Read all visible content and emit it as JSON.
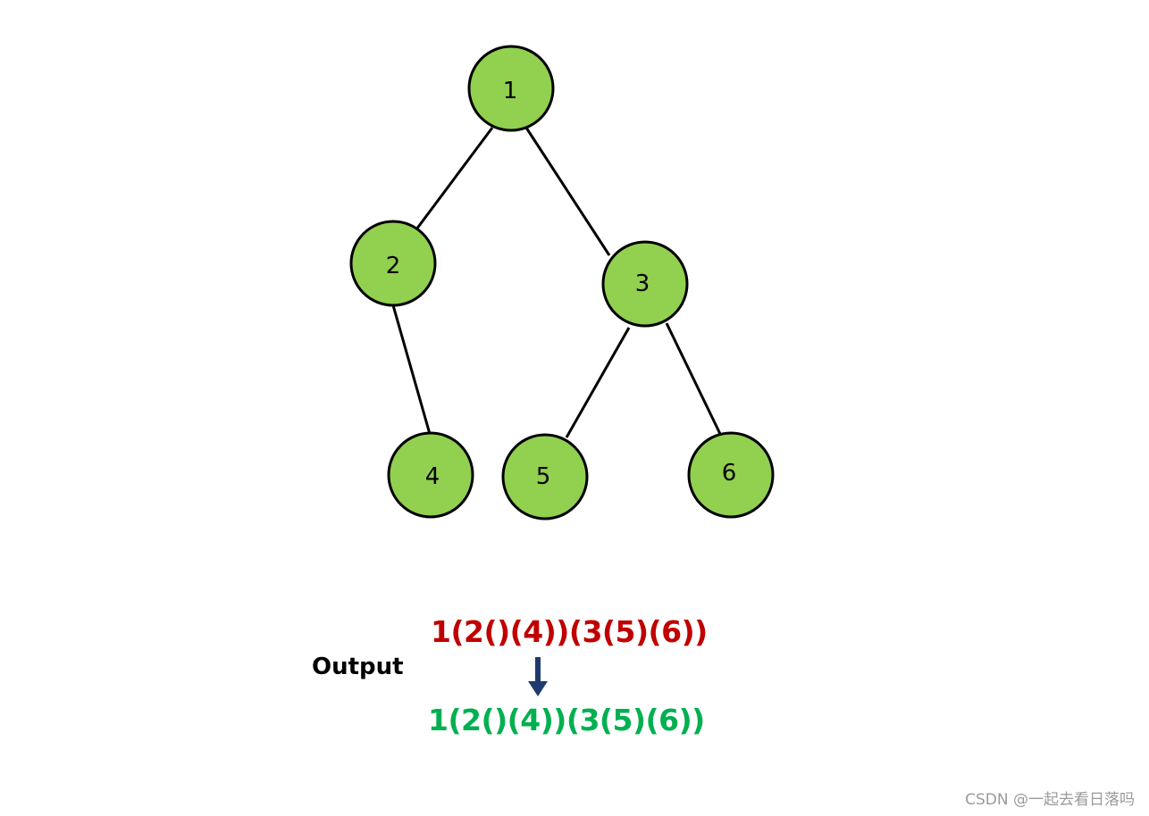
{
  "tree": {
    "nodes": [
      {
        "id": "1",
        "label": "1"
      },
      {
        "id": "2",
        "label": "2"
      },
      {
        "id": "3",
        "label": "3"
      },
      {
        "id": "4",
        "label": "4"
      },
      {
        "id": "5",
        "label": "5"
      },
      {
        "id": "6",
        "label": "6"
      }
    ],
    "edges": [
      {
        "from": "1",
        "to": "2"
      },
      {
        "from": "1",
        "to": "3"
      },
      {
        "from": "2",
        "to": "4"
      },
      {
        "from": "3",
        "to": "5"
      },
      {
        "from": "3",
        "to": "6"
      }
    ]
  },
  "output": {
    "label": "Output",
    "input_expression": "1(2()(4))(3(5)(6))",
    "result_expression": "1(2()(4))(3(5)(6))"
  },
  "colors": {
    "node_fill": "#92d050",
    "input_expression": "#c00000",
    "result_expression": "#00b050",
    "arrow": "#1f3a6e"
  },
  "watermark": "CSDN @一起去看日落吗"
}
